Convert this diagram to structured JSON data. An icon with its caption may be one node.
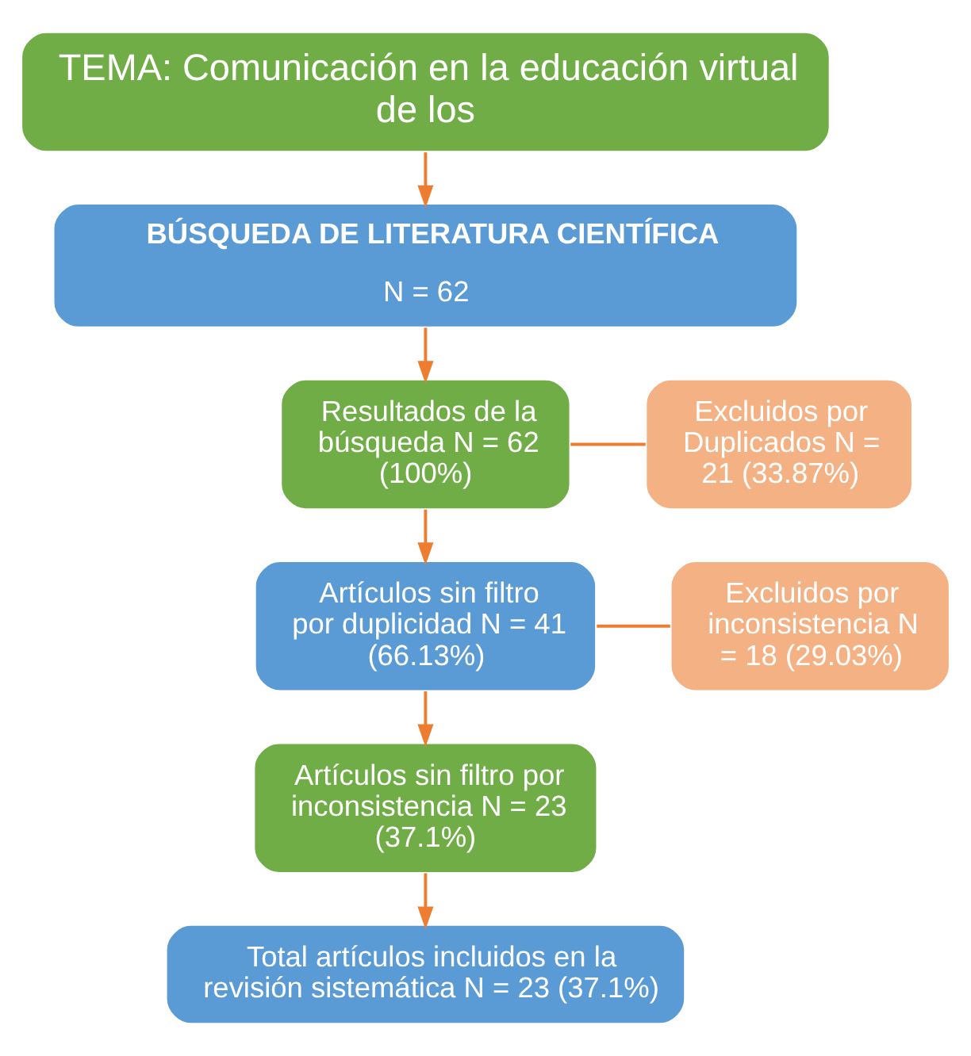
{
  "diagram": {
    "nodes": [
      {
        "text": [
          "TEMA: Comunicación en la educación virtual de los"
        ]
      },
      {
        "text": [
          "BÚSQUEDA DE LITERATURA CIENTÍFICA",
          "N = 62"
        ]
      },
      {
        "text": [
          "Resultados de la búsqueda N = 62 (100%)"
        ]
      },
      {
        "text": [
          "Excluidos por Duplicados N = 21 (33.87%)"
        ]
      },
      {
        "text": [
          "Artículos sin filtro por duplicidad N = 41 (66.13%)"
        ]
      },
      {
        "text": [
          "Excluidos por inconsistencia N = 18 (29.03%)"
        ]
      },
      {
        "text": [
          "Artículos sin filtro por inconsistencia N = 23 (37.1%)"
        ]
      },
      {
        "text": [
          "Total artículos incluidos en la revisión sistemática N = 23 (37.1%)"
        ]
      }
    ],
    "edges": [
      {
        "from": 0,
        "to": 1,
        "arrow": "to"
      },
      {
        "from": 1,
        "to": 2,
        "arrow": "to"
      },
      {
        "from": 2,
        "to": 4,
        "arrow": "to"
      },
      {
        "from": 2,
        "to": 3,
        "arrow": "none"
      },
      {
        "from": 4,
        "to": 6,
        "arrow": "to"
      },
      {
        "from": 4,
        "to": 5,
        "arrow": "none"
      },
      {
        "from": 6,
        "to": 7,
        "arrow": "to"
      }
    ]
  }
}
